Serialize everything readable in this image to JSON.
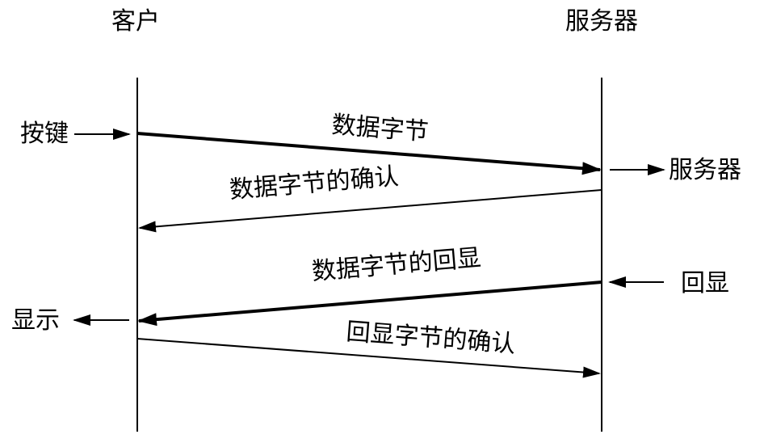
{
  "headers": {
    "client": "客户",
    "server": "服务器"
  },
  "side_labels": {
    "keystroke": "按键",
    "server_out": "服务器",
    "echo_in": "回显",
    "display": "显示"
  },
  "messages": [
    {
      "label": "数据字节",
      "direction": "client-to-server",
      "bold": true
    },
    {
      "label": "数据字节的确认",
      "direction": "server-to-client",
      "bold": false
    },
    {
      "label": "数据字节的回显",
      "direction": "server-to-client",
      "bold": true
    },
    {
      "label": "回显字节的确认",
      "direction": "client-to-server",
      "bold": false
    }
  ],
  "colors": {
    "ink": "#000000",
    "background": "#ffffff"
  }
}
